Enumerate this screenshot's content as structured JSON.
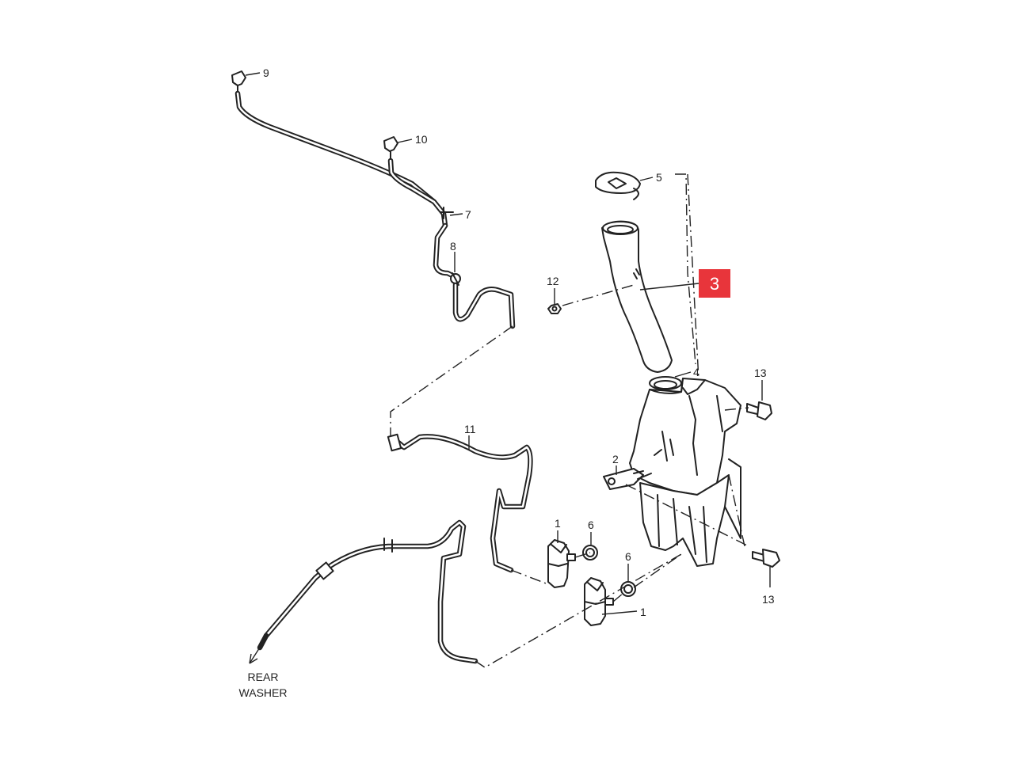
{
  "callouts": {
    "c1a": "1",
    "c1b": "1",
    "c2": "2",
    "c3": "3",
    "c4": "4",
    "c5": "5",
    "c6a": "6",
    "c6b": "6",
    "c7": "7",
    "c8": "8",
    "c9": "9",
    "c10": "10",
    "c11": "11",
    "c12": "12",
    "c13a": "13",
    "c13b": "13"
  },
  "notes": {
    "rear_washer_line1": "REAR",
    "rear_washer_line2": "WASHER"
  },
  "highlight": {
    "color": "#e8353b"
  }
}
